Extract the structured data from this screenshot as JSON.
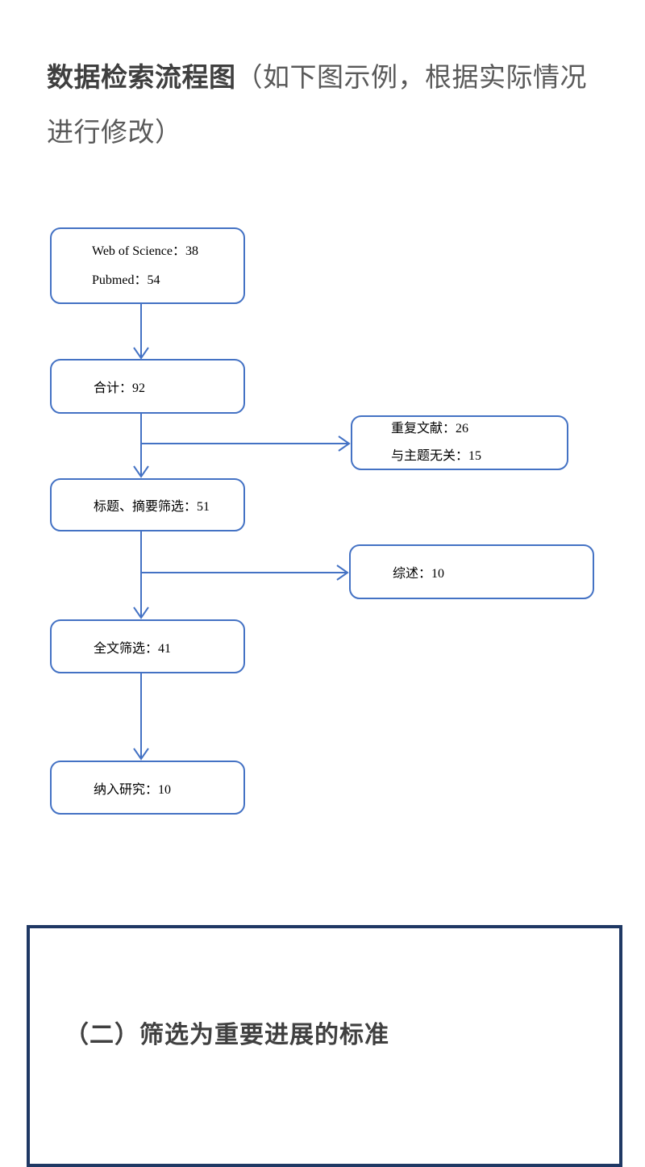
{
  "document": {
    "title": {
      "bold": "数据检索流程图",
      "rest": "（如下图示例，根据实际情况进行修改）"
    },
    "section_heading": "（二）筛选为重要进展的标准"
  },
  "flowchart": {
    "box_sources": {
      "line1": "Web of Science：38",
      "line2": "Pubmed：54"
    },
    "box_total": {
      "line1": "合计：92"
    },
    "box_excluded": {
      "line1": "重复文献：26",
      "line2": "与主题无关：15"
    },
    "box_screening": {
      "line1": "标题、摘要筛选：51"
    },
    "box_review": {
      "line1": "综述：10"
    },
    "box_fulltext": {
      "line1": "全文筛选：41"
    },
    "box_included": {
      "line1": "纳入研究：10"
    }
  },
  "colors": {
    "flow_accent": "#4472C4",
    "section_border": "#1F3864",
    "title_bold_text": "#3F3F3F",
    "title_rest_text": "#595959"
  }
}
